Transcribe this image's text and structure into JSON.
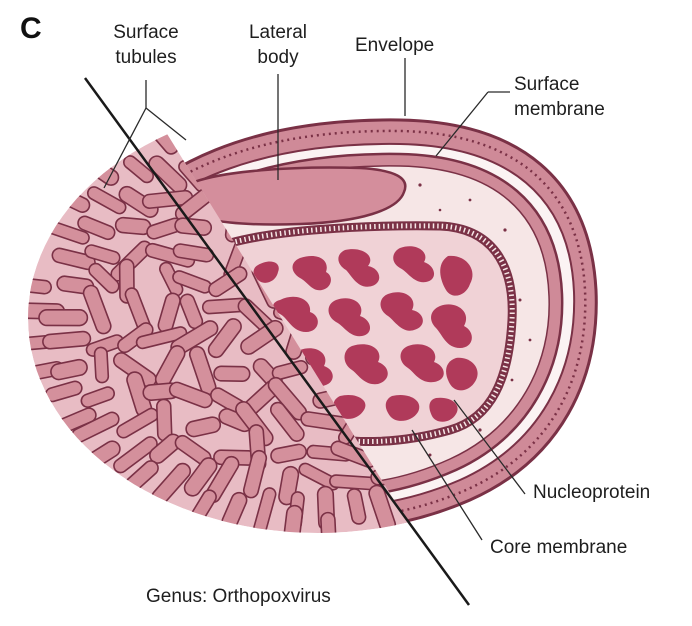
{
  "panel_letter": "C",
  "labels": {
    "surface_tubules": [
      "Surface",
      "tubules"
    ],
    "lateral_body": [
      "Lateral",
      "body"
    ],
    "envelope": "Envelope",
    "surface_membrane": [
      "Surface",
      "membrane"
    ],
    "nucleoprotein": "Nucleoprotein",
    "core_membrane": "Core membrane"
  },
  "caption": "Genus: Orthopoxvirus",
  "colors": {
    "membrane_fill": "#cf8a98",
    "membrane_stroke": "#7a3146",
    "interior_fill": "#f6e6e6",
    "core_fill": "#f0d2d6",
    "nucleoprotein_fill": "#b03a5a",
    "tubule_fill": "#d4909c",
    "tubule_background": "#e8bcc4",
    "lateral_body_fill": "#d48e9c"
  }
}
